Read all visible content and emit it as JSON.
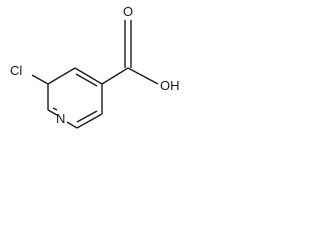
{
  "molecule": {
    "labels": {
      "chlorine": "Cl",
      "nitrogen": "N",
      "hydroxyl": "OH",
      "carbonyl_oxygen": "O"
    },
    "colors": {
      "bond": "#1a1a1a",
      "text": "#1a1a1a",
      "background": "#ffffff"
    }
  }
}
